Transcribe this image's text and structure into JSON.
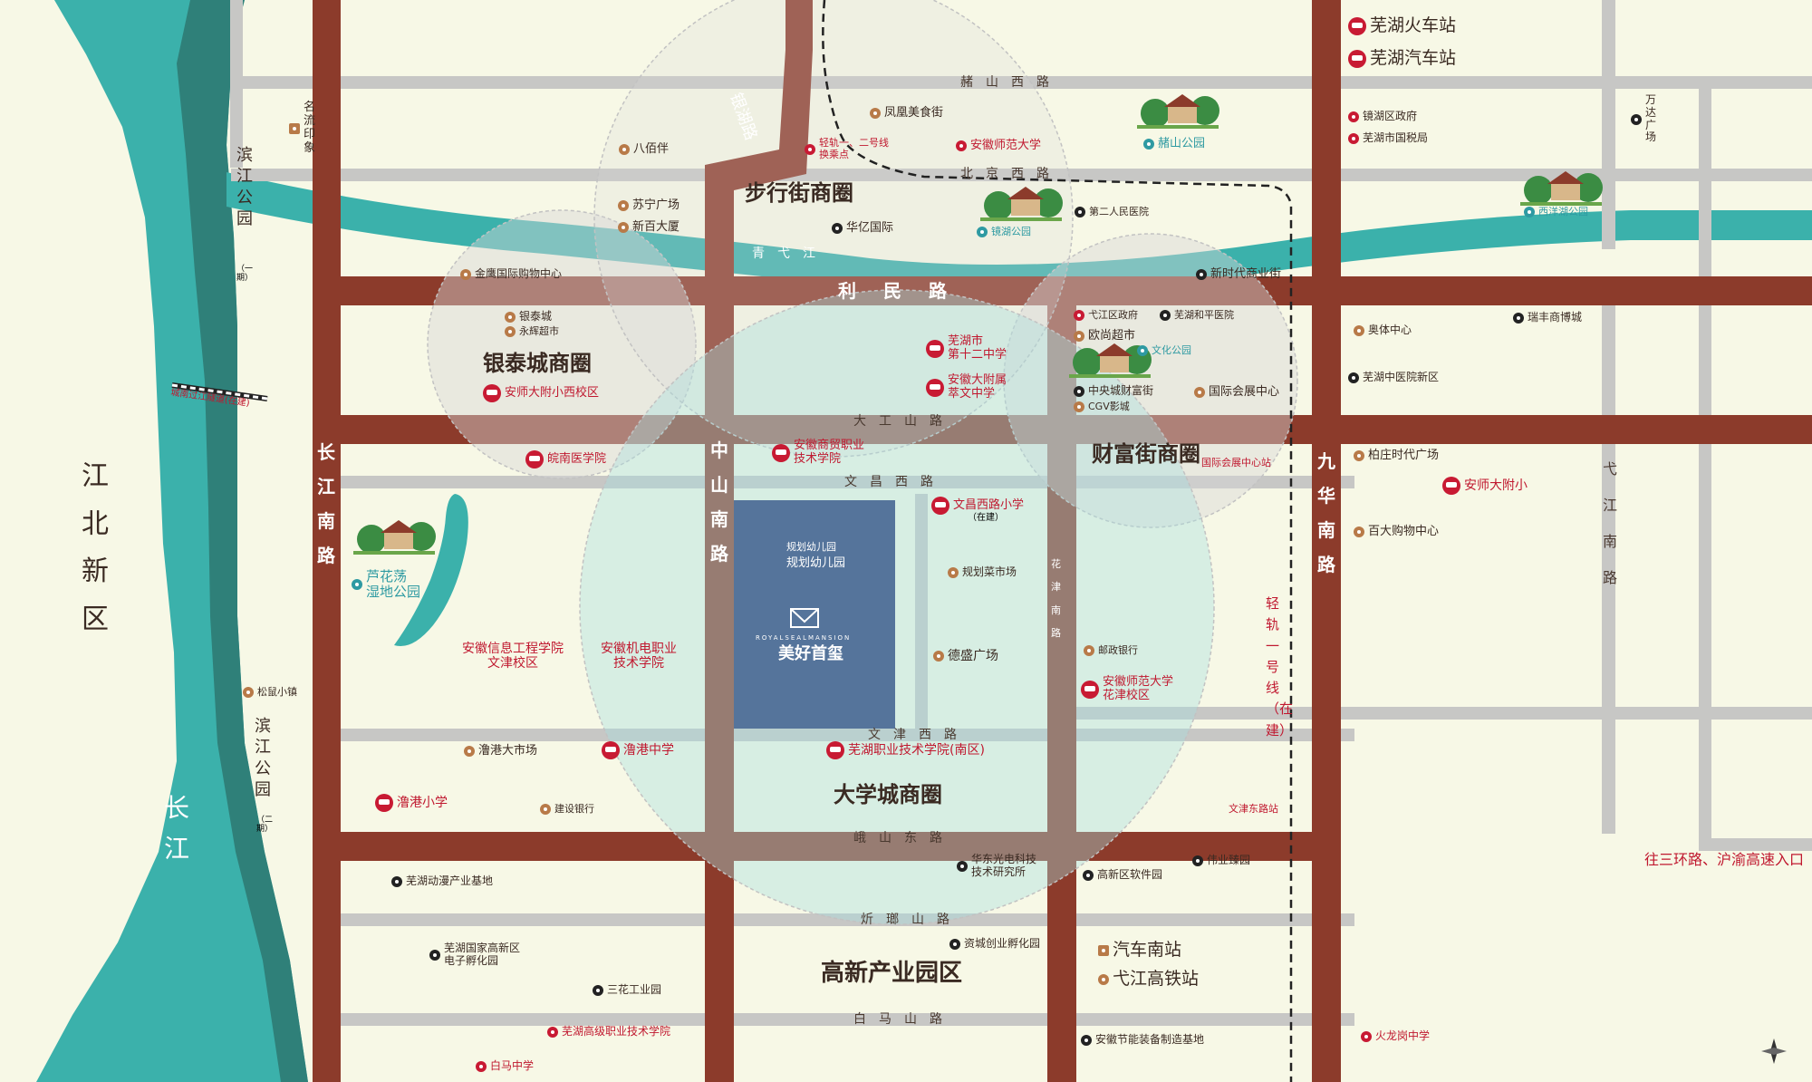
{
  "districts": {
    "buxingjie": "步行街商圈",
    "yintaicheng": "银泰城商圈",
    "caifujie": "财富街商圈",
    "daxuecheng": "大学城商圈",
    "gaoxin": "高新产业园区"
  },
  "project": {
    "kindergarten_small": "规划幼儿园",
    "kindergarten": "规划幼儿园",
    "brand_en": "ROYALSEALMANSION",
    "name": "美好首玺"
  },
  "roads": {
    "jiangnan": "长江南路",
    "zhongshan": "中山南路",
    "jiuhua": "九华南路",
    "yijiang": "弋江南路",
    "huajin": "花津南路",
    "yinhu": "银湖路",
    "limin": "利民路",
    "zheshan": "赭山西路",
    "beijing": "北京西路",
    "qingyijiang": "青弋江",
    "dagongshan": "大工山路",
    "wenchang": "文昌西路",
    "wenjin": "文津西路",
    "eshan": "峨山东路",
    "zhelang": "炘瑯山路",
    "baima": "白马山路",
    "toll_road": "往三环路、沪渝高速入口"
  },
  "water": {
    "jiangbei": "江北新区",
    "changjiang": "长江",
    "binjiang1": "滨江公园",
    "binjiang1_sub": "（一期）",
    "binjiang2": "滨江公园",
    "binjiang2_sub": "（二期）",
    "tunnel": "城南过江隧道(在建)",
    "light_rail_v": "轻轨一号线（在建）"
  },
  "pois": {
    "fenghuang": "凤凰美食街",
    "qinggui_12": "轻轨一、二号线",
    "qinggui_12b": "换乘点",
    "anshi": "安徽师范大学",
    "zheshan_park": "赭山公园",
    "babaiban": "八佰伴",
    "mingliu": "名流印象",
    "suning": "苏宁广场",
    "xinbai": "新百大厦",
    "huayi": "华亿国际",
    "jinghu_park": "镜湖公园",
    "erren": "第二人民医院",
    "jinying": "金鹰国际购物中心",
    "xinshidai": "新时代商业街",
    "yintai": "银泰城",
    "yonghui": "永辉超市",
    "no12": "芜湖市",
    "no12b": "第十二中学",
    "ahsd_fs": "安徽大附属",
    "ahsd_fs_b": "萃文中学",
    "ahsd_xiaoxi": "安师大附小西校区",
    "yijiangqu": "弋江区政府",
    "heping": "芜湖和平医院",
    "oushang": "欧尚超市",
    "wenhua": "文化公园",
    "zhongyang": "中央城财富街",
    "cgv": "CGV影城",
    "guoji_hz": "国际会展中心",
    "ah_shangmao": "安徽商贸职业",
    "ah_shangmao_b": "技术学院",
    "wannan": "皖南医学院",
    "guoji_station": "国际会展中心站",
    "wenchang_school": "文昌西路小学",
    "wenchang_school_sub": "（在建）",
    "caishichang": "规划菜市场",
    "desheng": "德盛广场",
    "youzheng": "邮政银行",
    "ahsd_huajin": "安徽师范大学",
    "ahsd_huajin_b": "花津校区",
    "luhua": "芦花荡",
    "luhua_b": "湿地公园",
    "ah_xinxi": "安徽信息工程学院",
    "ah_xinxi_b": "文津校区",
    "ah_jidian": "安徽机电职业",
    "ah_jidian_b": "技术学院",
    "songshu": "松鼠小镇",
    "luogang_market": "澛港大市场",
    "luogang_mid": "澛港中学",
    "wuhu_zhiye": "芜湖职业技术学院(南区)",
    "luogang_pri": "澛港小学",
    "jianshe": "建设银行",
    "wenjin_station": "文津东路站",
    "dongman": "芜湖动漫产业基地",
    "huadong": "华东光电科技",
    "huadong_b": "技术研究所",
    "gaoxin_soft": "高新区软件园",
    "weiye": "伟业臻园",
    "gaoxin_inc": "芜湖国家高新区",
    "gaoxin_inc_b": "电子孵化园",
    "zixin": "资城创业孵化园",
    "sanhua": "三花工业园",
    "qiche_south": "汽车南站",
    "yijiang_rail": "弋江高铁站",
    "gaoji_zhiye": "芜湖高级职业技术学院",
    "baima_mid": "白马中学",
    "jieneng": "安徽节能装备制造基地",
    "huolonggang": "火龙岗中学",
    "train": "芜湖火车站",
    "bus": "芜湖汽车站",
    "jinghu_gov": "镜湖区政府",
    "tax": "芜湖市国税局",
    "wanda": "万达广场",
    "xiyang_park": "西洋湖公园",
    "ruifeng": "瑞丰商博城",
    "aoti": "奥体中心",
    "zhongyi": "芜湖中医院新区",
    "baizhuang": "柏庄时代广场",
    "ahsd_fuxiao": "安师大附小",
    "baida": "百大购物中心"
  }
}
